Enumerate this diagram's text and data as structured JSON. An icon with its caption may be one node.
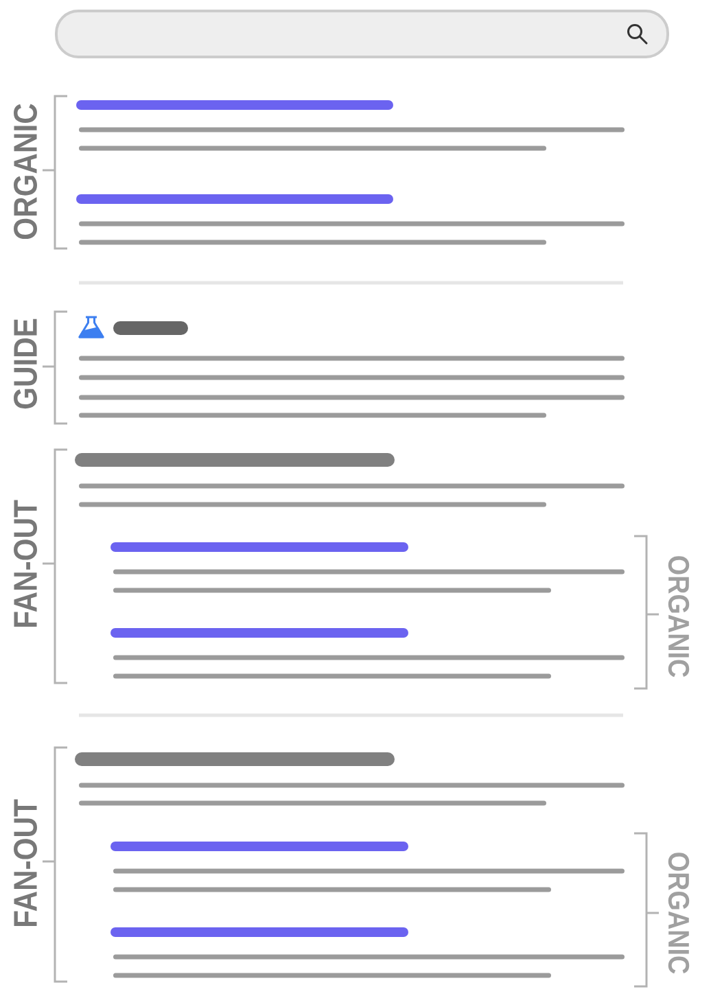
{
  "diagram": {
    "labels": [
      "ORGANIC",
      "GUIDE",
      "FAN-OUT",
      "ORGANIC",
      "FAN-OUT",
      "ORGANIC"
    ]
  }
}
